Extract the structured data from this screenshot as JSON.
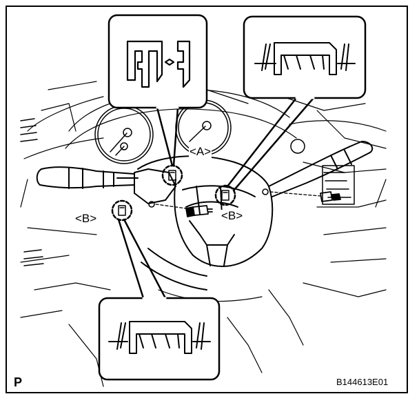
{
  "labels": {
    "a": "<A>",
    "b_left": "<B>",
    "b_right": "<B>"
  },
  "corner": {
    "left": "P",
    "right": "B144613E01"
  },
  "colors": {
    "line": "#000000",
    "background": "#ffffff"
  }
}
